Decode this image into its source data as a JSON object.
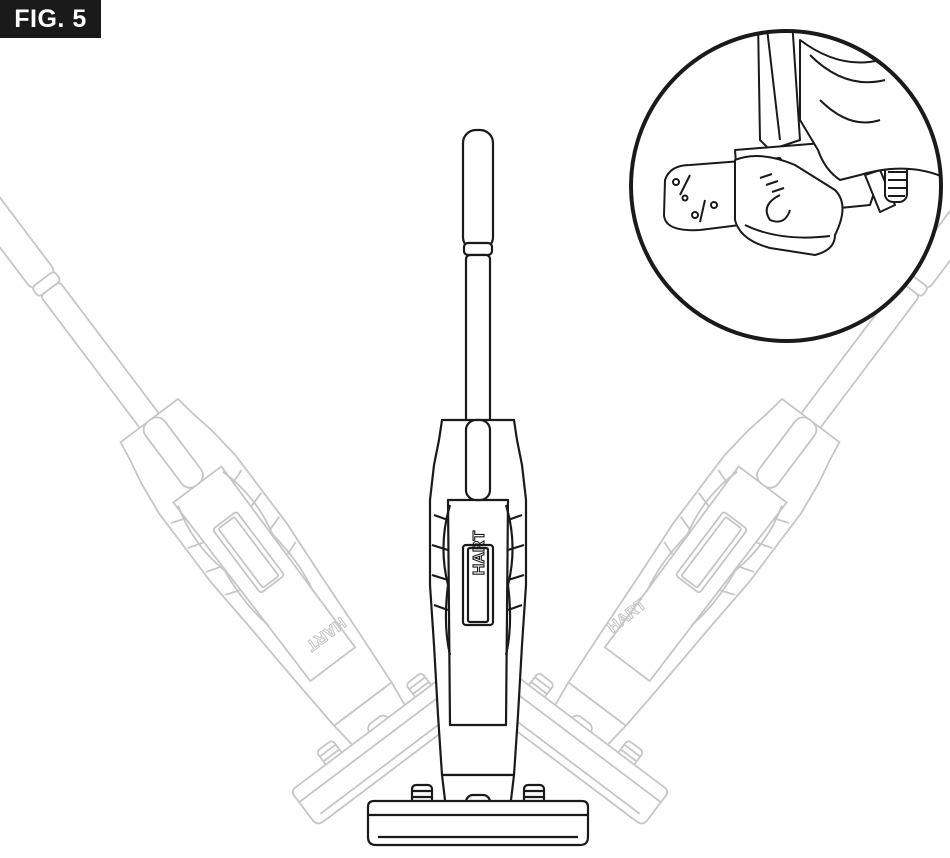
{
  "figure": {
    "label": "FIG. 5",
    "brand_text": "HART"
  },
  "colors": {
    "line": "#1a1a1a",
    "faded_line": "#c4c4c4",
    "label_bg": "#1a1a1a",
    "label_text": "#ffffff"
  },
  "components": {
    "main_view": "upright-vacuum-front",
    "left_ghost": "vacuum-tilted-left",
    "right_ghost": "vacuum-tilted-right",
    "inset": "foot-release-detail"
  }
}
